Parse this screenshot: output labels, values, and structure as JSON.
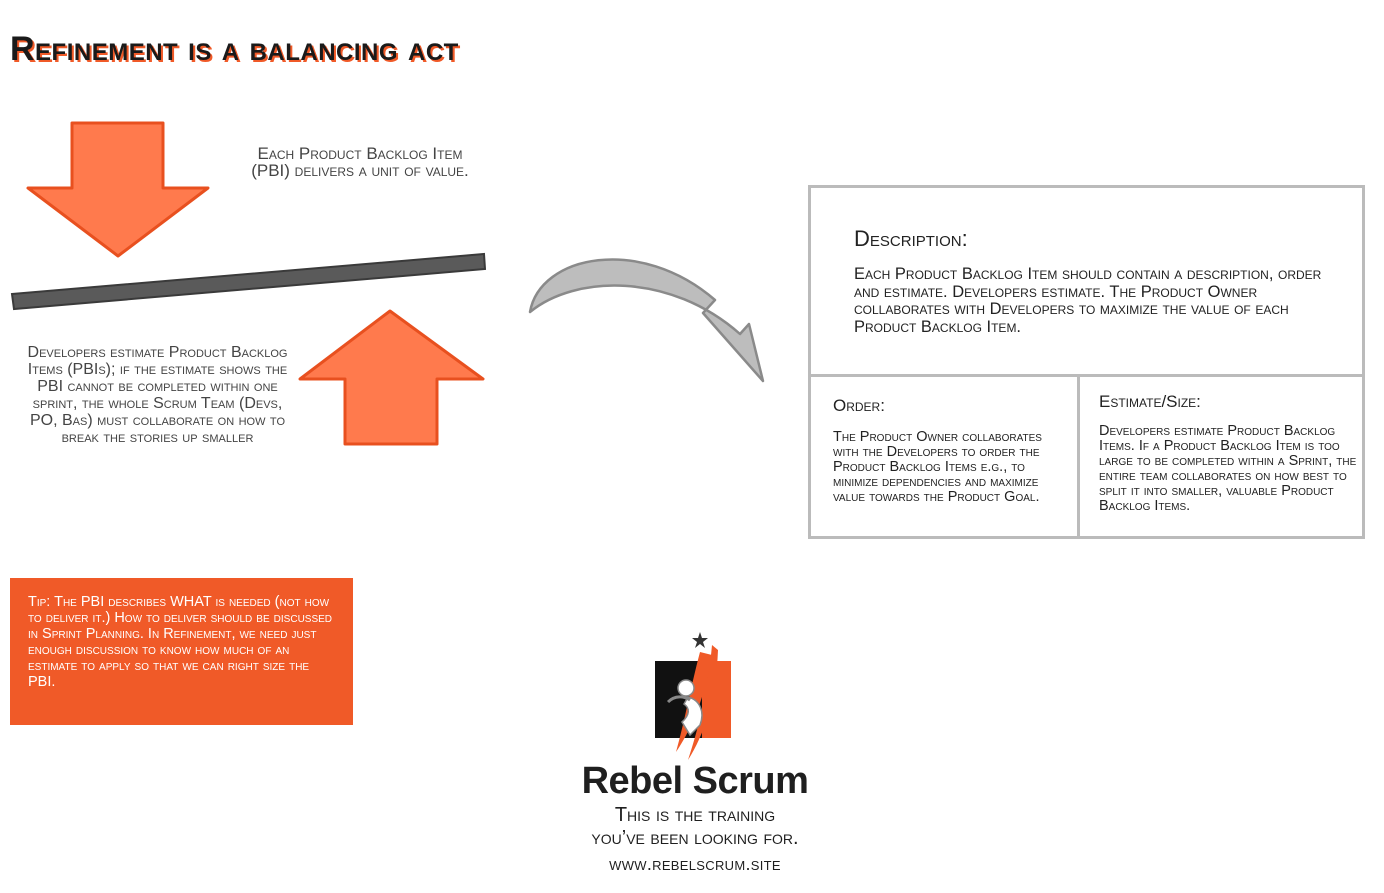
{
  "title": "Refinement is a balancing act",
  "notes": {
    "top": "Each Product Backlog Item (PBI) delivers a unit of value.",
    "left": "Developers estimate Product Backlog Items (PBIs); if the estimate shows the PBI cannot be completed within one sprint, the whole Scrum Team (Devs, PO, Bas) must collaborate on how to break the stories up smaller"
  },
  "panel": {
    "description": {
      "heading": "Description:",
      "text": "Each Product Backlog Item should contain a description, order and estimate. Developers estimate. The Product Owner collaborates with Developers to maximize the value of each Product Backlog Item."
    },
    "order": {
      "heading": "Order:",
      "text": "The Product Owner collaborates with the Developers to order the Product Backlog Items e.g., to minimize dependencies and maximize value towards the Product Goal."
    },
    "estimate": {
      "heading": "Estimate/Size:",
      "text": "Developers estimate Product Backlog Items. If a Product Backlog Item is too large to be completed within a Sprint, the entire team collaborates on how best to split it into smaller, valuable Product Backlog Items."
    }
  },
  "tip": "Tip: The PBI describes WHAT is needed (not how to deliver it.) How to deliver should be discussed in Sprint Planning. In Refinement, we need just enough discussion to know how much of an estimate to apply so that we can right size the PBI.",
  "logo": {
    "brand": "Rebel Scrum",
    "tagline_1": "This is the training",
    "tagline_2": "you’ve been looking for.",
    "url": "www.rebelscrum.site"
  },
  "colors": {
    "accent": "#f05a28",
    "arrow_fill": "#ff7a4d",
    "beam": "#555555",
    "curved_arrow": "#bdbdbd",
    "panel_border": "#bbbbbb"
  }
}
